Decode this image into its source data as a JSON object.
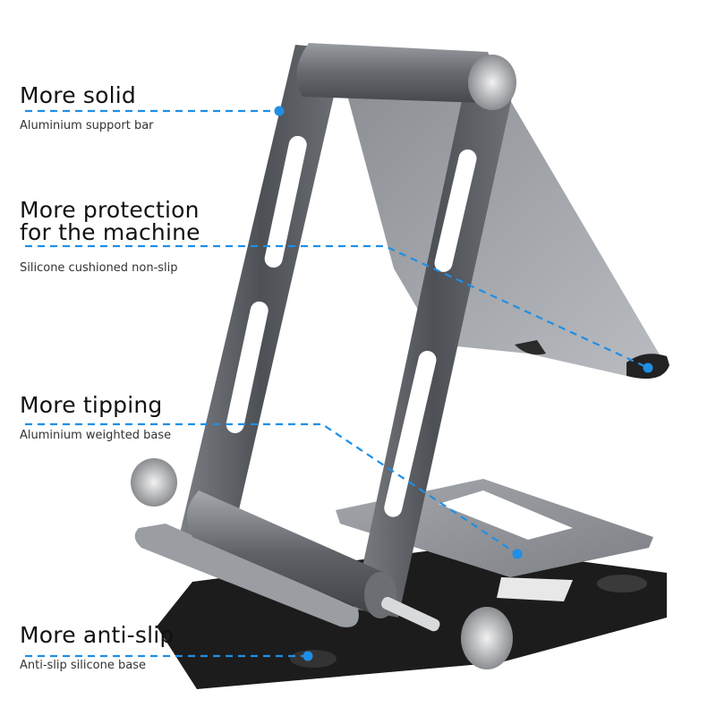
{
  "features": [
    {
      "title": "More solid",
      "subtitle": "Aluminium support bar",
      "callout_icon": "dot-marker-icon"
    },
    {
      "title": "More protection\nfor the machine",
      "subtitle": "Silicone cushioned non-slip",
      "callout_icon": "dot-marker-icon"
    },
    {
      "title": "More tipping",
      "subtitle": "Aluminium weighted base",
      "callout_icon": "dot-marker-icon"
    },
    {
      "title": "More anti-slip",
      "subtitle": "Anti-slip silicone base",
      "callout_icon": "dot-marker-icon"
    }
  ],
  "colors": {
    "callout_blue": "#1f8fe6",
    "metal_dark": "#55585d",
    "metal_mid": "#8d9096",
    "metal_light": "#c3c6ca",
    "base_pad": "#1c1c1c",
    "text": "#111111"
  }
}
